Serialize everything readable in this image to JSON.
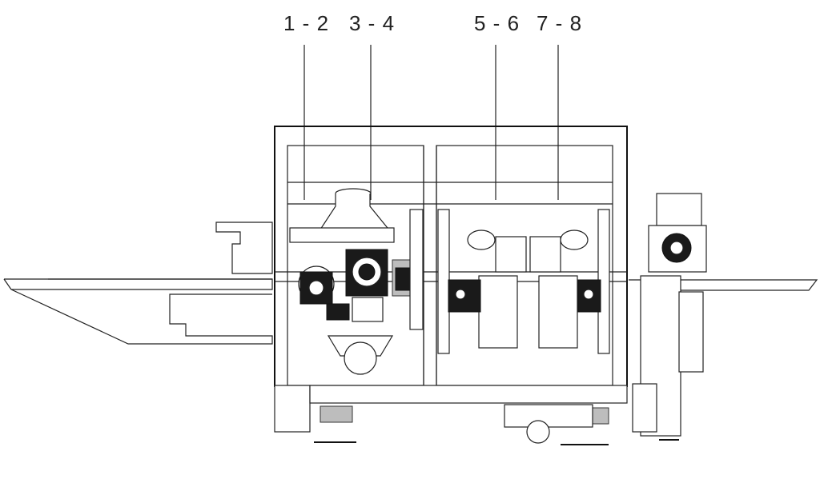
{
  "callouts": [
    {
      "label": "1 - 2"
    },
    {
      "label": "3 - 4"
    },
    {
      "label": "5 - 6"
    },
    {
      "label": "7 - 8"
    }
  ]
}
